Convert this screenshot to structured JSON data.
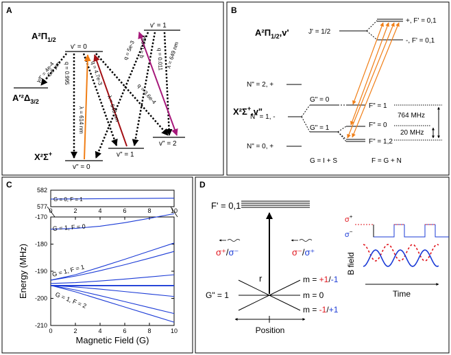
{
  "colors": {
    "orange": "#f07d14",
    "darkred": "#a30f14",
    "magenta": "#a6187a",
    "blue": "#1a3ad6",
    "red": "#e0141c"
  },
  "panelA": {
    "label": "A",
    "A_state": "A²Π",
    "A_sub": "1/2",
    "Aprime_state": "A′²Δ",
    "Aprime_sub": "3/2",
    "X_state": "X²Σ",
    "X_sup": "+",
    "v_upper0": "v' = 0",
    "v_upper1": "v' = 1",
    "v_lower0": "v\" = 0",
    "v_lower1": "v\" = 1",
    "v_lower2": "v\" = 2",
    "gamma_label": "γ/Γ = 4e-4",
    "lambda_aprime": "λ = 5.6 μm",
    "q_995": "q = 0.995",
    "lambda_614": "λ = 614 nm",
    "q_4p7e3": "q = 4.7e-3",
    "lambda_648": "λ = 648 nm",
    "q_5e3": "q = 5e-3",
    "q_984": "q = 0.984",
    "q_011": "q = 0.011",
    "q_36e4": "q = 3.6e-4",
    "lambda_649": "λ = 649 nm"
  },
  "panelB": {
    "label": "B",
    "A_state": "A²Π",
    "A_sub": "1/2",
    "A_v": ",v'",
    "X_state": "X²Σ",
    "X_sup": "+",
    "X_v": ",v\"",
    "J_label": "J' = 1/2",
    "F_plus": "+, F' = 0,1",
    "F_minus": "-, F' = 0,1",
    "N2": "N\" = 2, +",
    "N1": "N\" = 1, -",
    "N0": "N\" = 0, +",
    "G0": "G\" = 0",
    "G1": "G\" = 1",
    "F1": "F\" = 1",
    "F0": "F\" = 0",
    "F12": "F\" = 1,2",
    "mhz764": "764 MHz",
    "mhz20": "20 MHz",
    "g_eq": "G = I + S",
    "f_eq": "F = G + N"
  },
  "panelC": {
    "label": "C",
    "xlabel": "Magnetic Field (G)",
    "ylabel": "Energy (MHz)",
    "top_label": "G = 0, F = 1",
    "lbl_g1f0": "G = 1, F = 0",
    "lbl_g1f1": "G = 1, F = 1",
    "lbl_g1f2": "G = 1, F = 2",
    "top_ticks_y": [
      "582",
      "577"
    ],
    "bottom_ticks_y": [
      "-170",
      "-180",
      "-190",
      "-200",
      "-210"
    ],
    "ticks_x": [
      "0",
      "2",
      "4",
      "6",
      "8",
      "10"
    ]
  },
  "panelD": {
    "label": "D",
    "F_label": "F' = 0,1",
    "G_label": "G\" = 1",
    "m_plus": "m = ",
    "m_plus_red": "+1",
    "m_plus_sep": "/",
    "m_plus_blue": "-1",
    "m_zero": "m = 0",
    "m_minus": "m = ",
    "m_minus_red": "-1",
    "m_minus_sep": "/",
    "m_minus_blue": "+1",
    "r_label": "r",
    "sigma_left_red": "σ⁺",
    "sigma_left_sep": "/",
    "sigma_left_blue": "σ⁻",
    "sigma_right_red": "σ⁻",
    "sigma_right_sep": "/",
    "sigma_right_blue": "σ⁺",
    "position": "Position",
    "bfield": "B field",
    "time": "Time",
    "sigma_plus": "σ⁺",
    "sigma_minus": "σ⁻"
  },
  "chart_data": {
    "type": "line",
    "title": "",
    "xlabel": "Magnetic Field (G)",
    "ylabel": "Energy (MHz)",
    "xlim": [
      0,
      10
    ],
    "ylim_top": [
      577,
      582
    ],
    "ylim_bottom": [
      -210,
      -170
    ],
    "series": [
      {
        "name": "G = 0, F = 1",
        "x": [
          0,
          10
        ],
        "y": [
          579.3,
          579.6
        ]
      },
      {
        "x": [
          0,
          2,
          4,
          6,
          8,
          10
        ],
        "y": [
          -174.5,
          -174.2,
          -173.4,
          -172.1,
          -170.5,
          -168.8
        ]
      },
      {
        "x": [
          0,
          2,
          4,
          6,
          8,
          10
        ],
        "y": [
          -193.3,
          -191.3,
          -188.5,
          -185.6,
          -182.6,
          -179.6
        ]
      },
      {
        "x": [
          0,
          2,
          4,
          6,
          8,
          10
        ],
        "y": [
          -193.3,
          -191.8,
          -189.8,
          -187.6,
          -185.2,
          -182.7
        ]
      },
      {
        "x": [
          0,
          2,
          4,
          6,
          8,
          10
        ],
        "y": [
          -194.5,
          -194.2,
          -193.6,
          -192.9,
          -192.1,
          -191.3
        ]
      },
      {
        "x": [
          0,
          10
        ],
        "y": [
          -195.2,
          -195.2
        ]
      },
      {
        "x": [
          0,
          10
        ],
        "y": [
          -195.4,
          -195.4
        ]
      },
      {
        "x": [
          0,
          2,
          4,
          6,
          8,
          10
        ],
        "y": [
          -195.2,
          -195.8,
          -196.6,
          -197.5,
          -198.4,
          -199.3
        ]
      },
      {
        "x": [
          0,
          2,
          4,
          6,
          8,
          10
        ],
        "y": [
          -195.2,
          -196.9,
          -199.0,
          -201.2,
          -203.4,
          -205.6
        ]
      },
      {
        "x": [
          0,
          2,
          4,
          6,
          8,
          10
        ],
        "y": [
          -195.2,
          -197.6,
          -200.4,
          -203.2,
          -206.0,
          -208.8
        ]
      }
    ]
  }
}
